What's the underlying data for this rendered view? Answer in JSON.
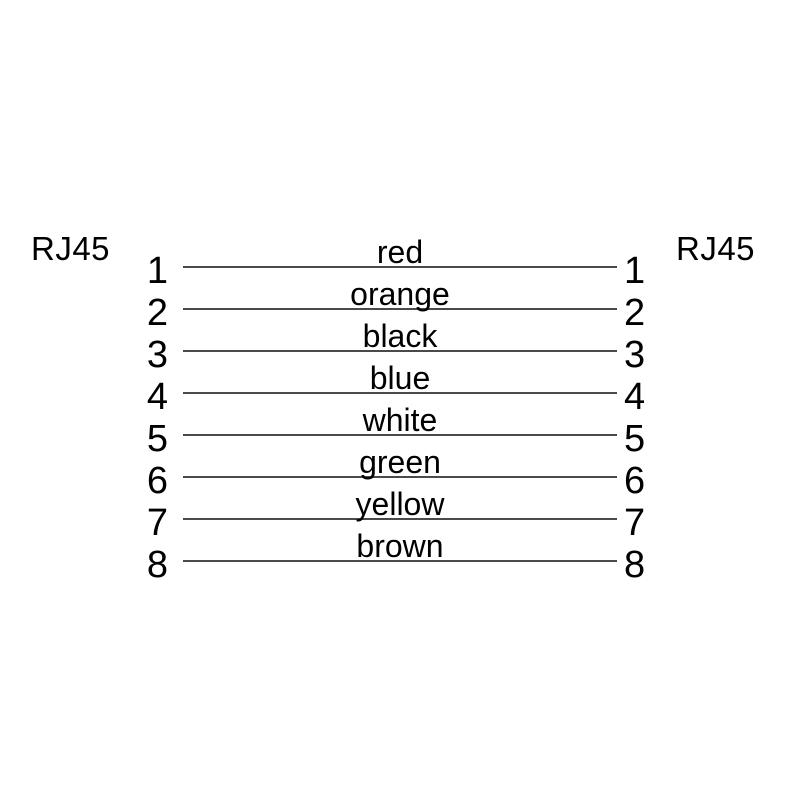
{
  "diagram": {
    "type": "wiring-pinout",
    "left_connector": "RJ45",
    "right_connector": "RJ45",
    "wires": [
      {
        "pin_left": "1",
        "color": "red",
        "pin_right": "1"
      },
      {
        "pin_left": "2",
        "color": "orange",
        "pin_right": "2"
      },
      {
        "pin_left": "3",
        "color": "black",
        "pin_right": "3"
      },
      {
        "pin_left": "4",
        "color": "blue",
        "pin_right": "4"
      },
      {
        "pin_left": "5",
        "color": "white",
        "pin_right": "5"
      },
      {
        "pin_left": "6",
        "color": "green",
        "pin_right": "6"
      },
      {
        "pin_left": "7",
        "color": "yellow",
        "pin_right": "7"
      },
      {
        "pin_left": "8",
        "color": "brown",
        "pin_right": "8"
      }
    ],
    "layout_colors": {
      "background": "#ffffff",
      "text": "#000000",
      "wire_line": "#4a4a4a"
    }
  }
}
